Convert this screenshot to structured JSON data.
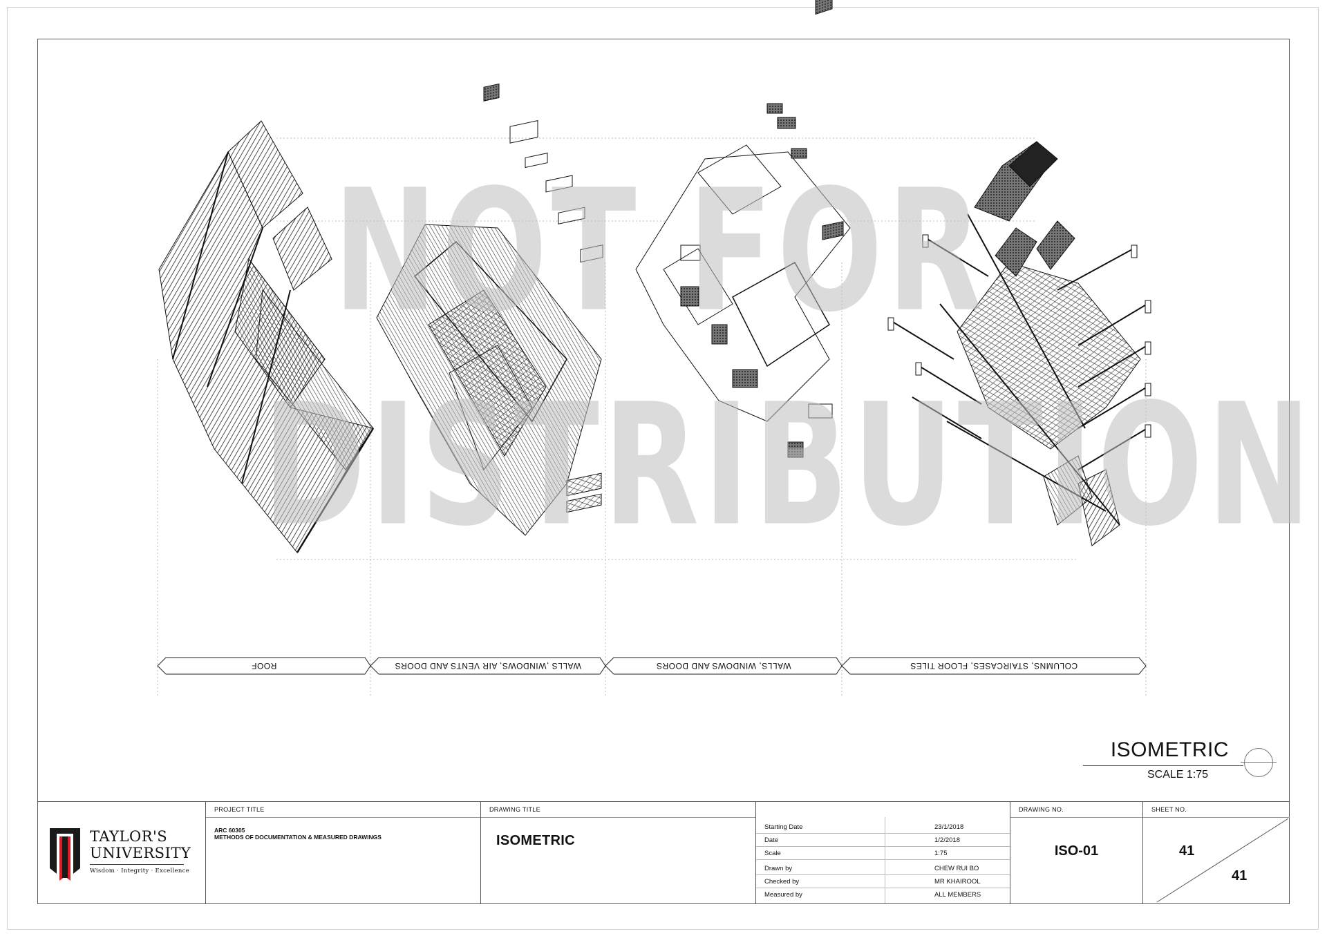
{
  "watermark": {
    "line1": "NOT FOR",
    "line2": "DISTRIBUTION"
  },
  "component_labels": [
    "ROOF",
    "WALLS ,WINDOWS, AIR VENTS AND DOORS",
    "WALLS, WINDOWS AND DOORS",
    "COLUMNS, STAIRCASES, FLOOR TILES"
  ],
  "drawing_label": {
    "title": "ISOMETRIC",
    "scale": "SCALE 1:75"
  },
  "title_block": {
    "logo": {
      "name_line1": "TAYLOR'S",
      "name_line2": "UNIVERSITY",
      "motto": "Wisdom · Integrity · Excellence",
      "brand_red": "#d51f27",
      "brand_black": "#1a1a1a"
    },
    "project": {
      "caption": "PROJECT TITLE",
      "code": "ARC 60305",
      "name": "METHODS OF DOCUMENTATION & MEASURED DRAWINGS"
    },
    "drawing": {
      "caption": "DRAWING TITLE",
      "title": "ISOMETRIC"
    },
    "info": [
      {
        "key": "Starting Date",
        "value": "23/1/2018"
      },
      {
        "key": "Date",
        "value": "1/2/2018"
      },
      {
        "key": "Scale",
        "value": "1:75"
      },
      {
        "key": "Drawn by",
        "value": "CHEW RUI BO"
      },
      {
        "key": "Checked by",
        "value": "MR KHAIROOL"
      },
      {
        "key": "Measured by",
        "value": "ALL MEMBERS"
      }
    ],
    "drawing_no": {
      "caption": "DRAWING NO.",
      "value": "ISO-01"
    },
    "sheet_no": {
      "caption": "SHEET NO.",
      "value": "41",
      "total": "41"
    }
  }
}
